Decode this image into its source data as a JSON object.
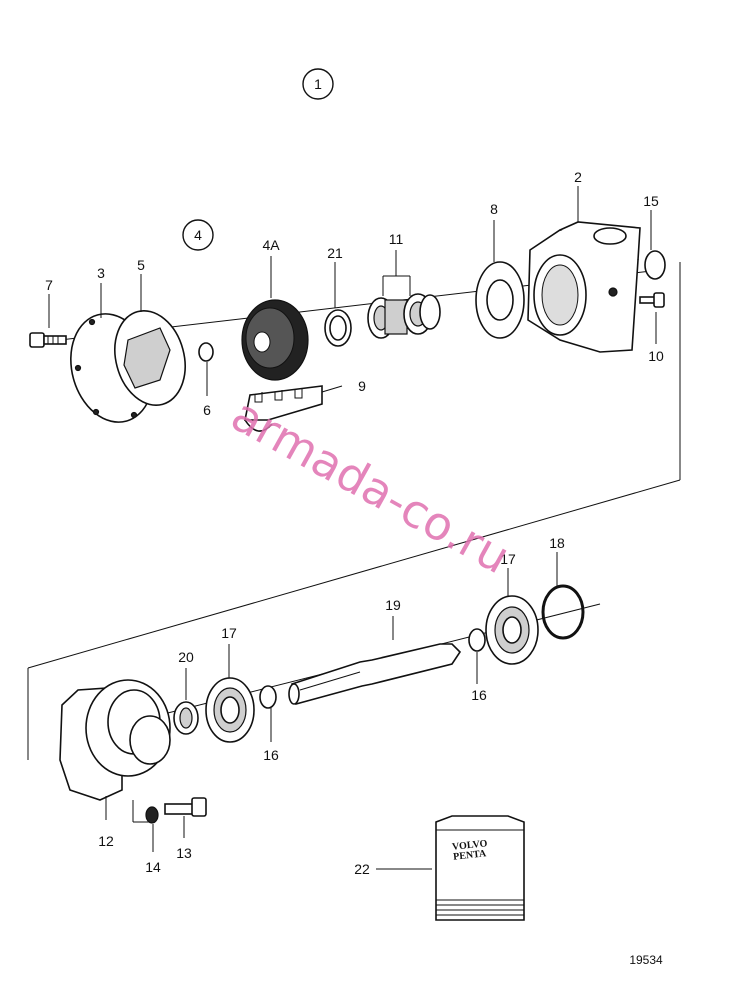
{
  "group_labels": [
    "1",
    "4"
  ],
  "callouts": [
    {
      "id": "c2",
      "text": "2"
    },
    {
      "id": "c3",
      "text": "3"
    },
    {
      "id": "c4a",
      "text": "4A"
    },
    {
      "id": "c5",
      "text": "5"
    },
    {
      "id": "c6",
      "text": "6"
    },
    {
      "id": "c7",
      "text": "7"
    },
    {
      "id": "c8",
      "text": "8"
    },
    {
      "id": "c9",
      "text": "9"
    },
    {
      "id": "c10",
      "text": "10"
    },
    {
      "id": "c11",
      "text": "11"
    },
    {
      "id": "c12",
      "text": "12"
    },
    {
      "id": "c13",
      "text": "13"
    },
    {
      "id": "c14",
      "text": "14"
    },
    {
      "id": "c15",
      "text": "15"
    },
    {
      "id": "c16a",
      "text": "16"
    },
    {
      "id": "c16b",
      "text": "16"
    },
    {
      "id": "c17a",
      "text": "17"
    },
    {
      "id": "c17b",
      "text": "17"
    },
    {
      "id": "c18",
      "text": "18"
    },
    {
      "id": "c19",
      "text": "19"
    },
    {
      "id": "c20",
      "text": "20"
    },
    {
      "id": "c21",
      "text": "21"
    },
    {
      "id": "c22",
      "text": "22"
    }
  ],
  "kit_logo": [
    "VOLVO",
    "PENTA"
  ],
  "watermark": "armada-co.ru",
  "drawing_number": "19534"
}
